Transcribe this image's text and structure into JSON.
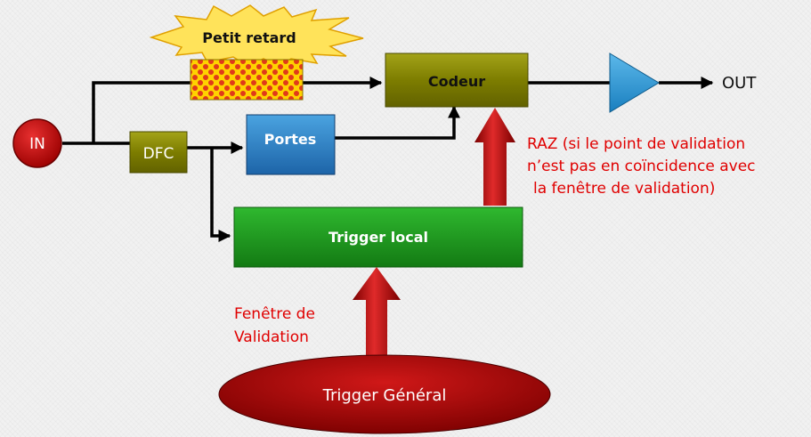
{
  "blocks": {
    "input": "IN",
    "delay": "Petit retard",
    "dfc": "DFC",
    "gates": "Portes",
    "encoder": "Codeur",
    "local_trigger": "Trigger local",
    "global_trigger": "Trigger Général",
    "output": "OUT"
  },
  "annotations": {
    "reset_lines": [
      "RAZ (si le point de validation",
      "n’est pas en coïncidence avec",
      "la fenêtre de validation)"
    ],
    "window_lines": [
      "Fenêtre de",
      "Validation"
    ]
  },
  "colors": {
    "text_red": "#e00000",
    "input_circle": "#c81010",
    "dfc_block": "#8a8a00",
    "gates_block": "#2a7fc8",
    "encoder_block": "#8a8a00",
    "local_trigger_block": "#1c9a1c",
    "amplifier": "#2b9ad6",
    "vertical_arrows": "#b00000",
    "global_trigger_ellipse": "#a00000"
  }
}
